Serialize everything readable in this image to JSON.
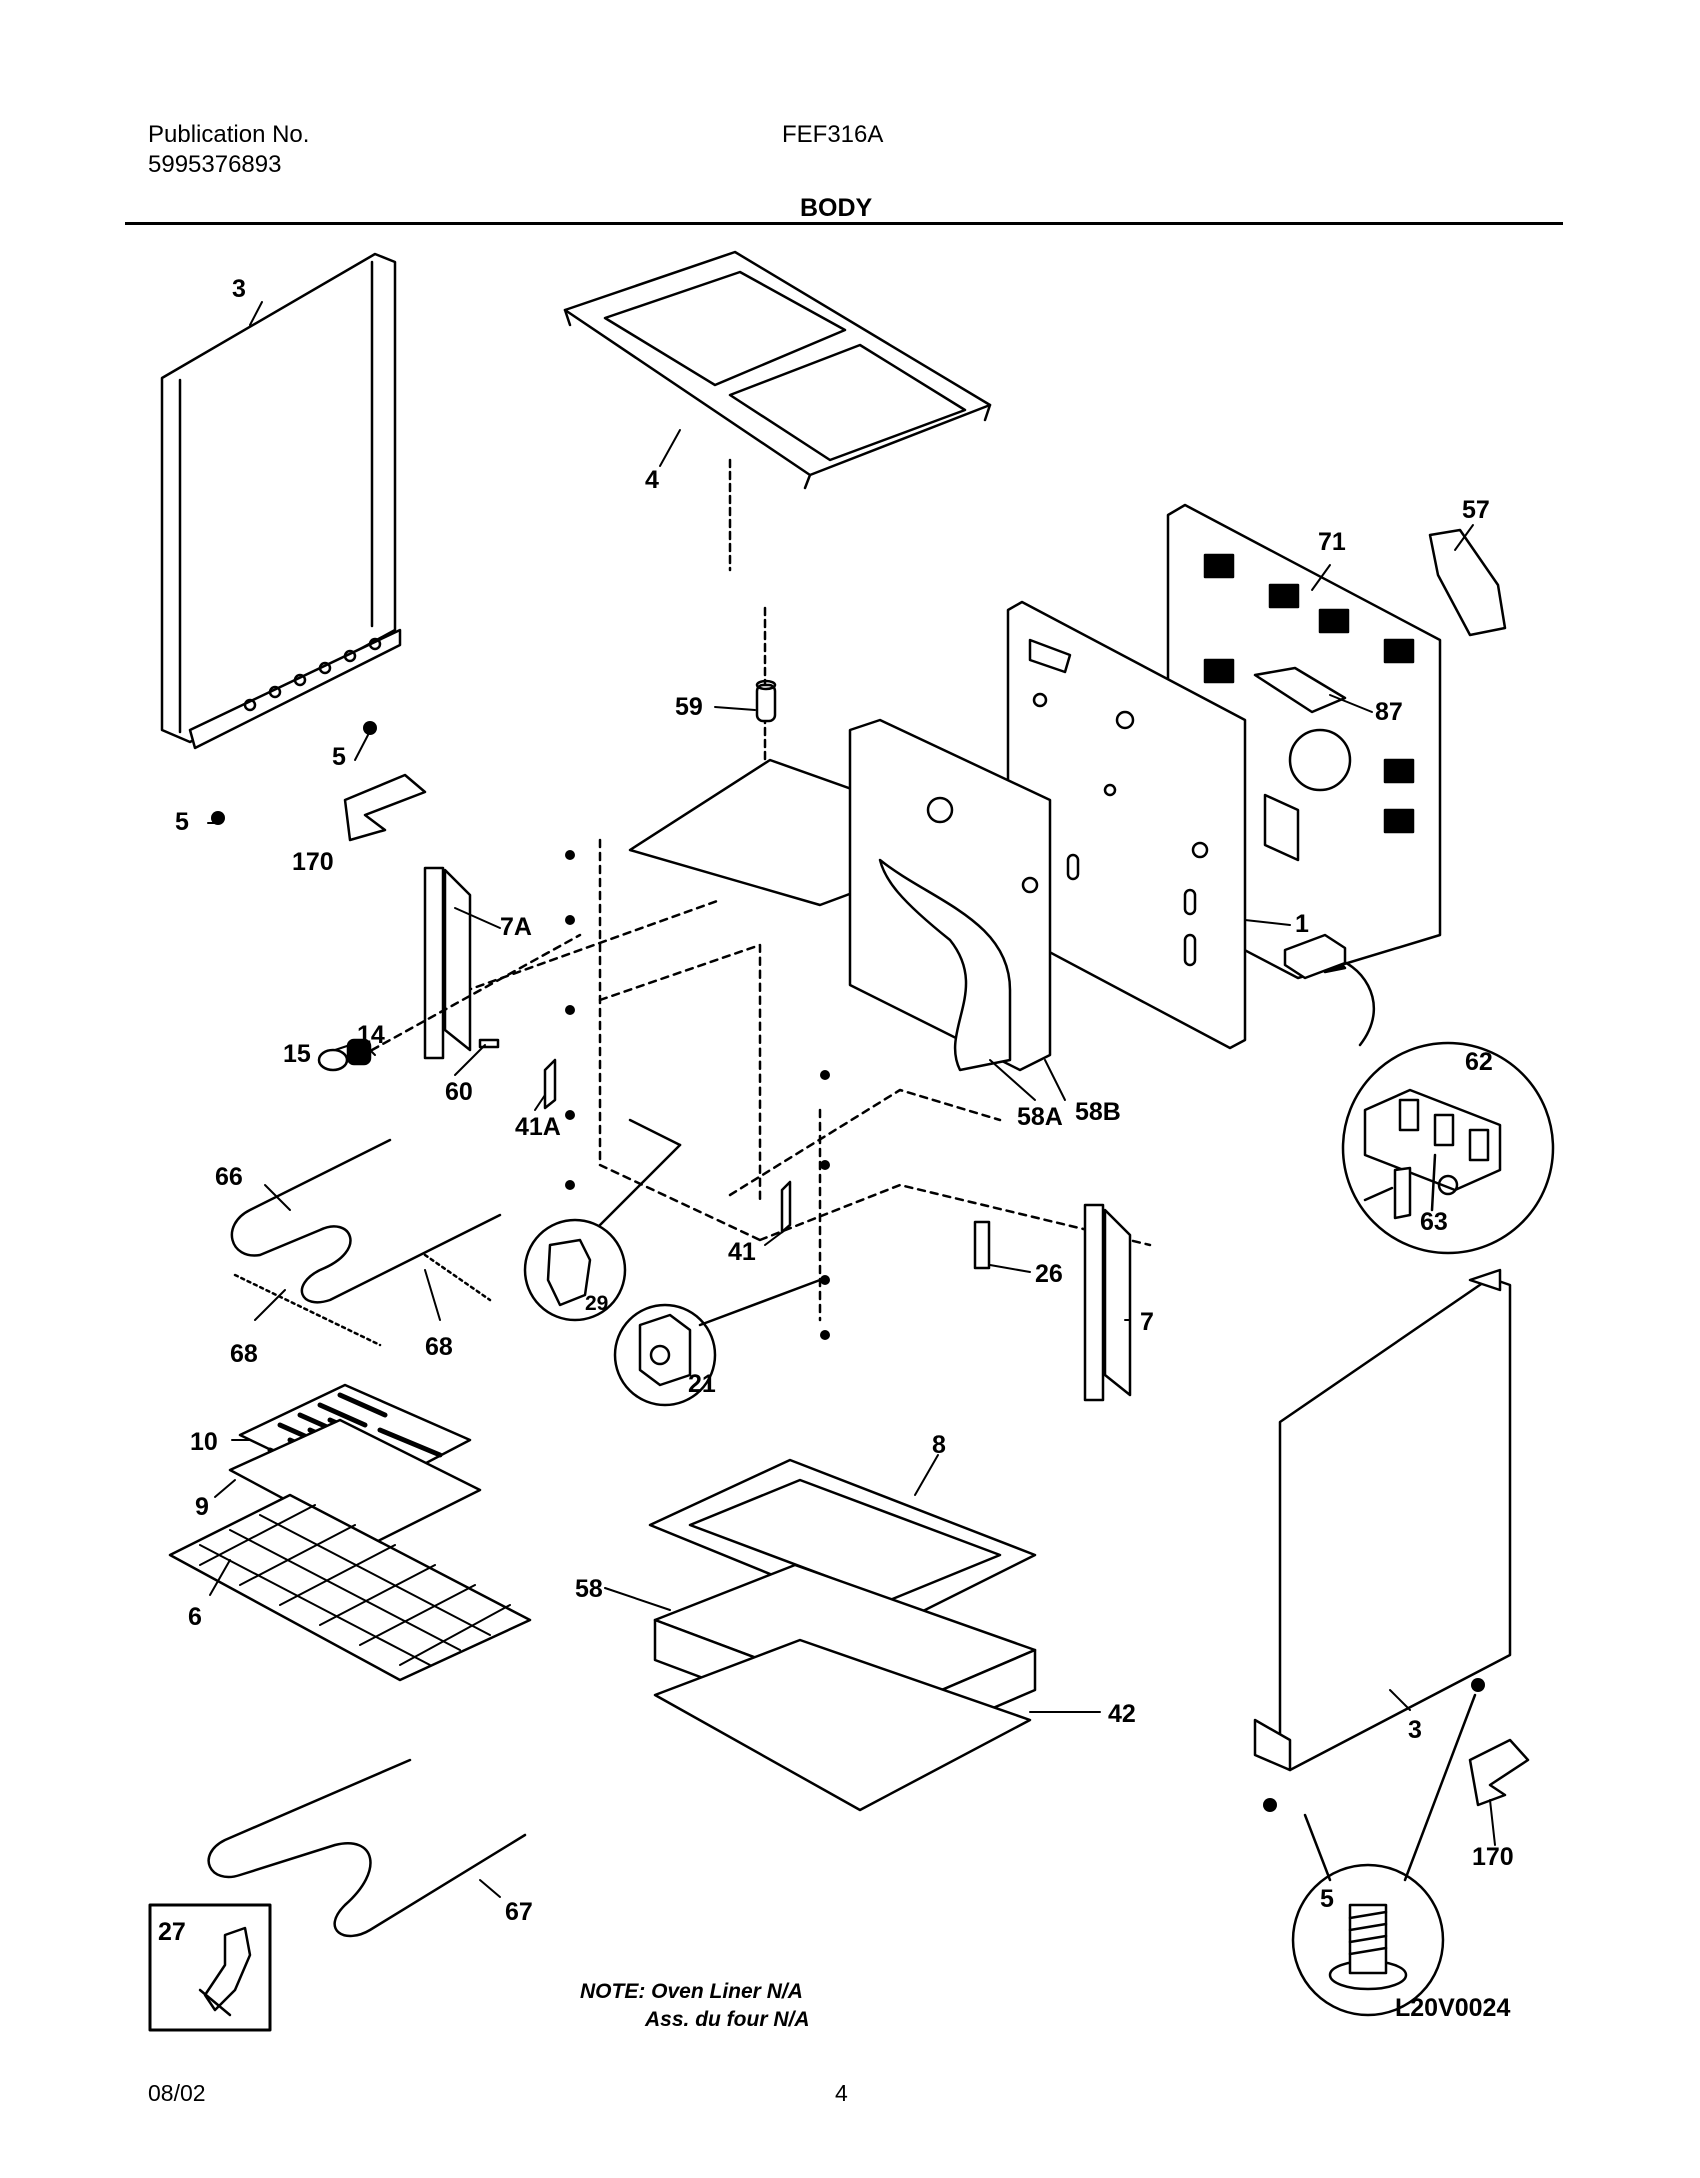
{
  "header": {
    "publication_label": "Publication No.",
    "publication_number": "5995376893",
    "model": "FEF316A",
    "section": "BODY"
  },
  "callouts": {
    "c3_top": "3",
    "c4": "4",
    "c57": "57",
    "c71": "71",
    "c59": "59",
    "c87": "87",
    "c5_a": "5",
    "c5_b": "5",
    "c170_a": "170",
    "c7A": "7A",
    "c1": "1",
    "c15": "15",
    "c14": "14",
    "c60": "60",
    "c41A": "41A",
    "c62": "62",
    "c58A": "58A",
    "c58B": "58B",
    "c63": "63",
    "c66": "66",
    "c41": "41",
    "c29": "29",
    "c26": "26",
    "c7": "7",
    "c68_a": "68",
    "c68_b": "68",
    "c21": "21",
    "c10": "10",
    "c8": "8",
    "c9": "9",
    "c6": "6",
    "c58": "58",
    "c42": "42",
    "c3_bottom": "3",
    "c170_b": "170",
    "c67": "67",
    "c5_c": "5",
    "c27": "27"
  },
  "note": {
    "line1": "NOTE: Oven Liner N/A",
    "line2": "Ass. du four N/A"
  },
  "diagram_code": "L20V0024",
  "footer": {
    "date": "08/02",
    "page": "4"
  }
}
